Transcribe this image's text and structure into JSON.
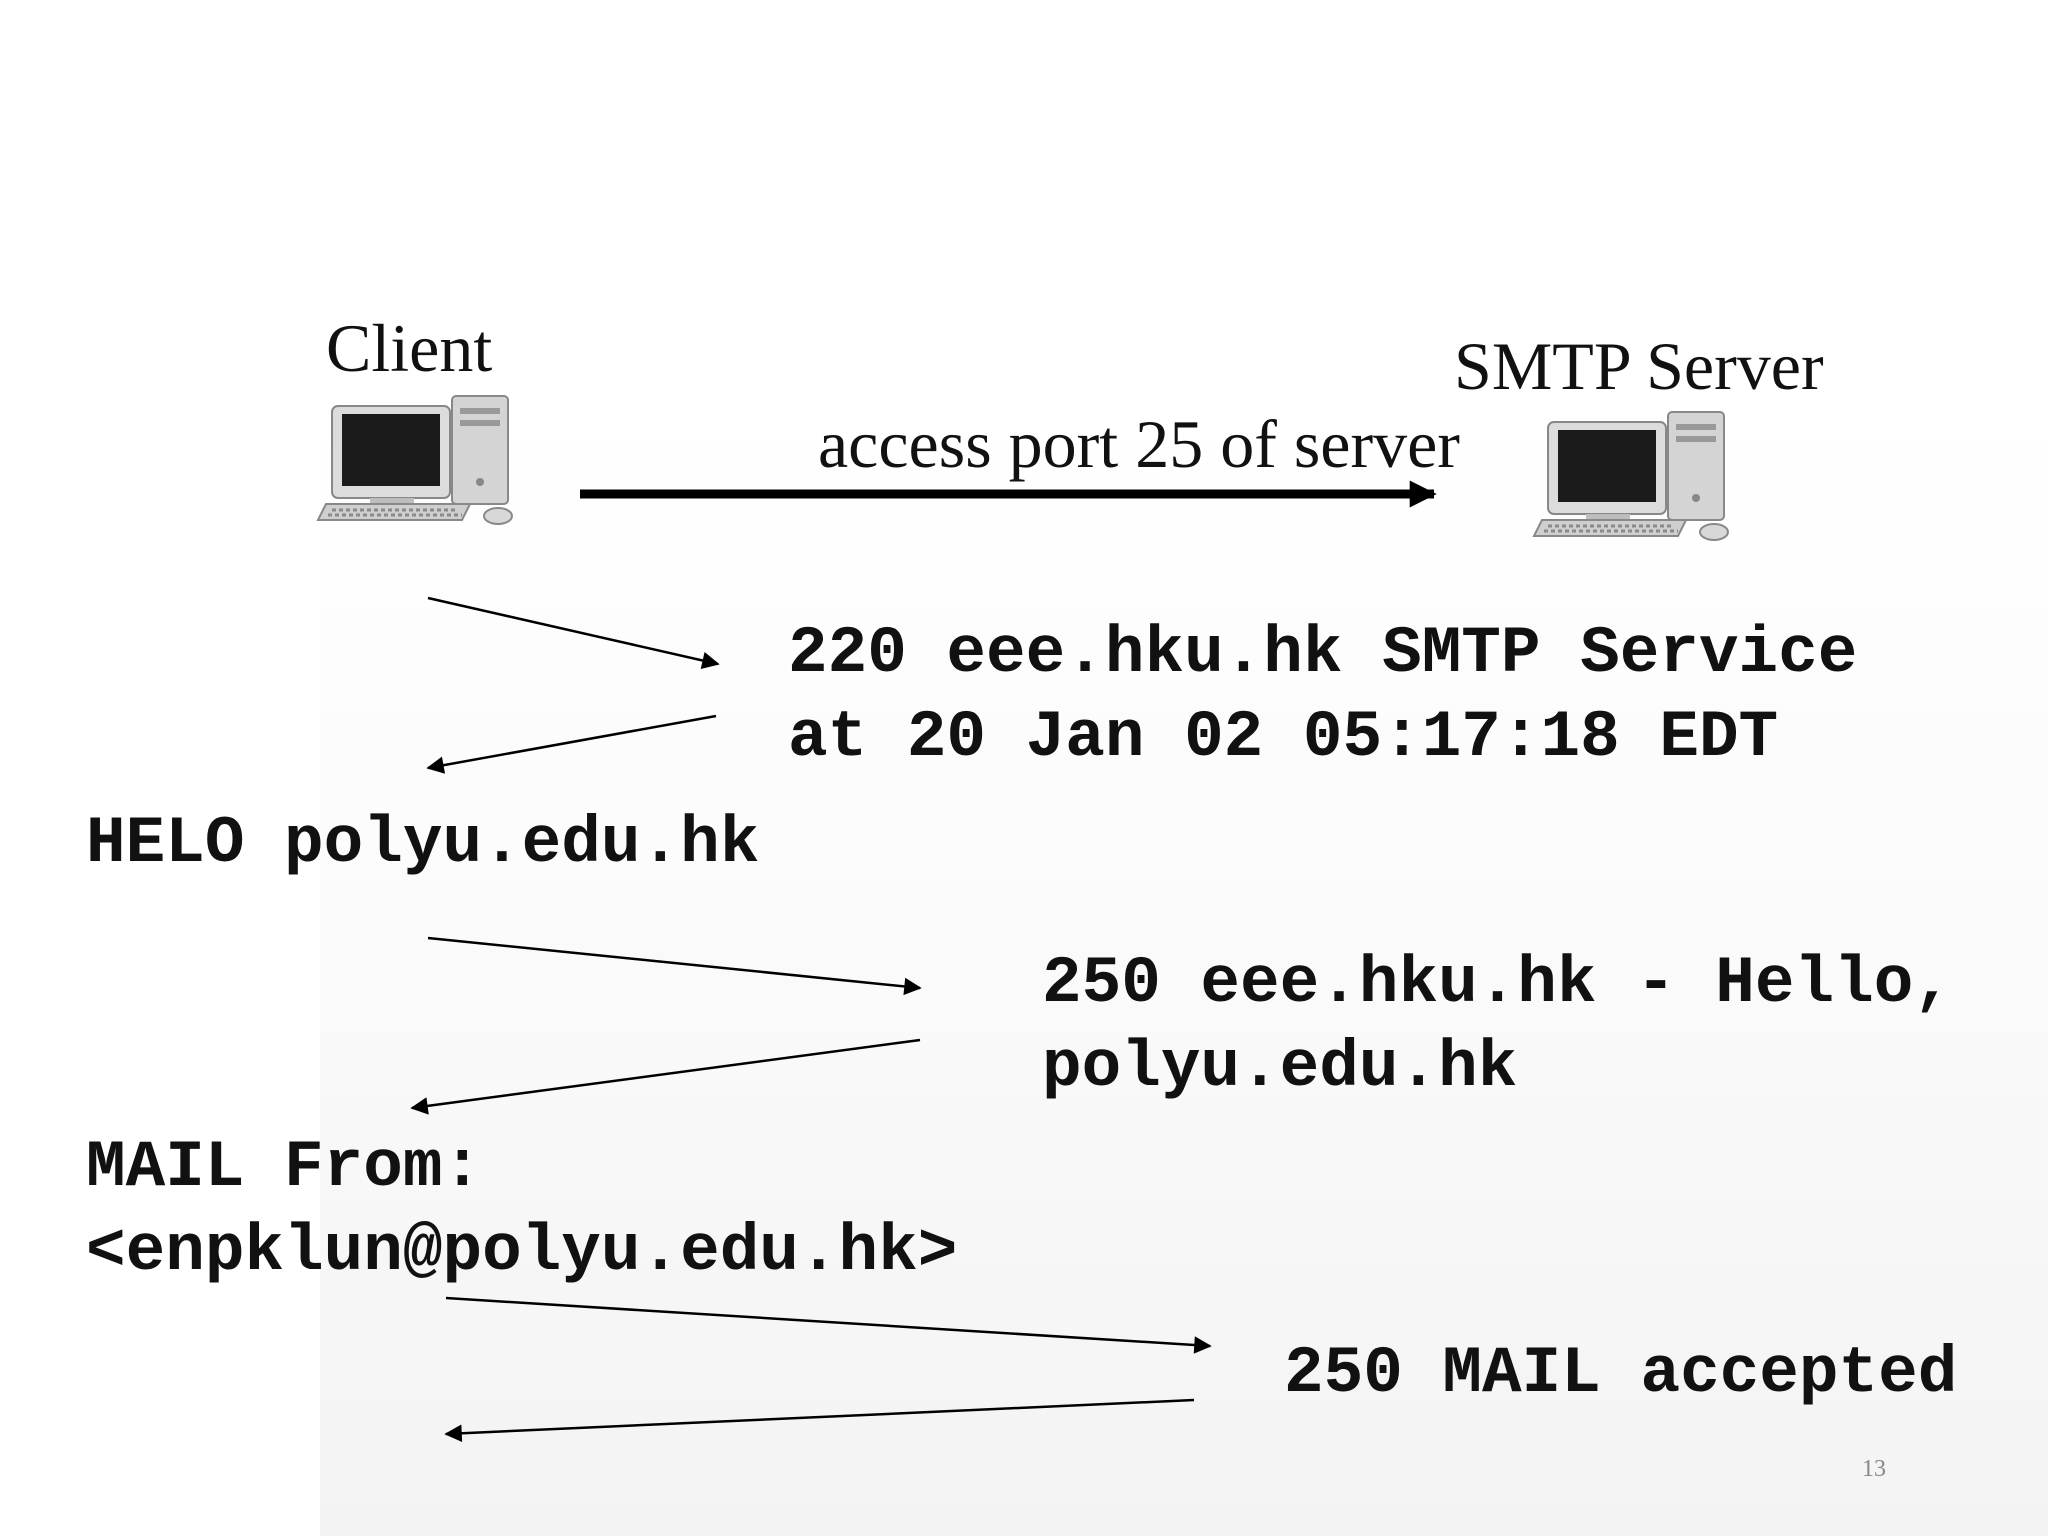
{
  "client": {
    "label": "Client"
  },
  "server": {
    "label": "SMTP Server"
  },
  "connection": {
    "label": "access port 25 of server"
  },
  "messages": [
    {
      "from": "server",
      "lines": [
        "220 eee.hku.hk SMTP Service",
        "at 20 Jan 02 05:17:18 EDT"
      ]
    },
    {
      "from": "client",
      "lines": [
        "HELO polyu.edu.hk"
      ]
    },
    {
      "from": "server",
      "lines": [
        "250 eee.hku.hk - Hello,",
        "polyu.edu.hk"
      ]
    },
    {
      "from": "client",
      "lines": [
        "MAIL From:",
        "<enpklun@polyu.edu.hk>"
      ]
    },
    {
      "from": "server",
      "lines": [
        "250 MAIL accepted"
      ]
    }
  ],
  "page_number": "13"
}
